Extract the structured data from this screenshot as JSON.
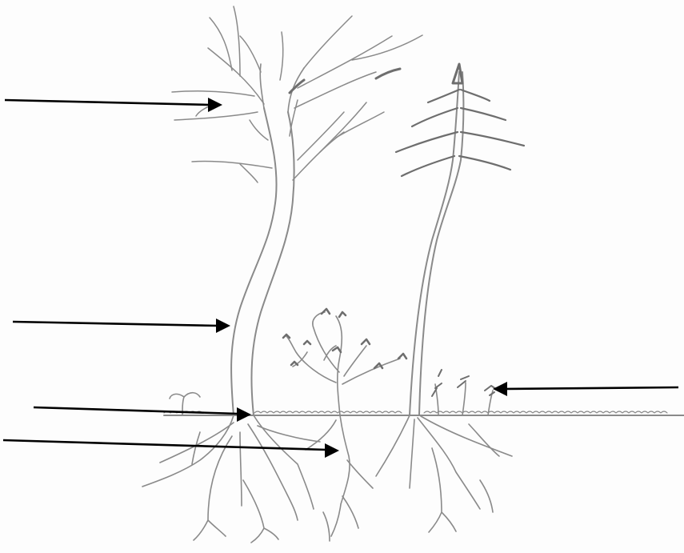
{
  "diagram": {
    "style": "pencil sketch, unlabeled worksheet",
    "subjects": [
      "deciduous-tree",
      "conifer-tree",
      "flowering-shrub",
      "small-seedlings",
      "seedling",
      "ground-line",
      "root-systems"
    ],
    "arrows": [
      {
        "id": "arrow-1",
        "points_to": "tree-crown"
      },
      {
        "id": "arrow-2",
        "points_to": "tree-trunk"
      },
      {
        "id": "arrow-3",
        "points_to": "ground-surface"
      },
      {
        "id": "arrow-4",
        "points_to": "shrub-roots"
      },
      {
        "id": "arrow-5",
        "points_to": "small-plants"
      }
    ],
    "colors": {
      "pencil": "#8a8a8a",
      "arrow": "#000000",
      "background": "#fdfdfd"
    }
  }
}
